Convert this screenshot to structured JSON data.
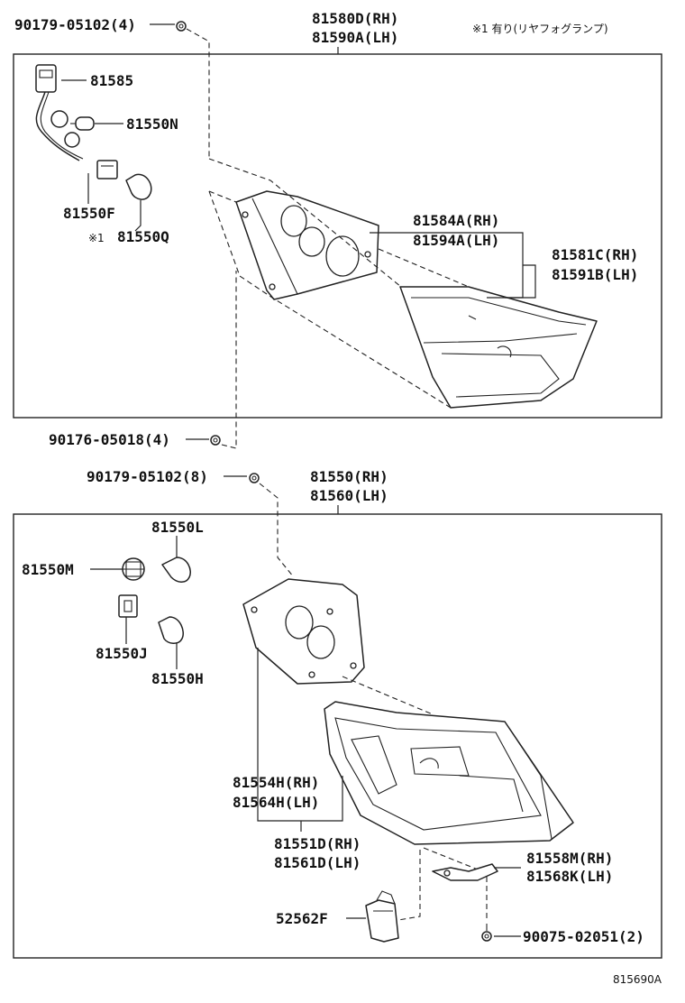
{
  "note": "※1 有り(リヤフォグランプ)",
  "figure_id": "815690A",
  "upper_assembly": {
    "title_rh": "81580D(RH)",
    "title_lh": "81590A(LH)",
    "top_screw": "90179-05102(4)",
    "bottom_screw": "90176-05018(4)",
    "socket_wire": "81585",
    "bulb_small": "81550N",
    "socket": "81550F",
    "fog_bulb_mark": "※1",
    "fog_bulb": "81550Q",
    "gasket_rh": "81584A(RH)",
    "gasket_lh": "81594A(LH)",
    "lens_rh": "81581C(RH)",
    "lens_lh": "81591B(LH)"
  },
  "lower_assembly": {
    "title_rh": "81550(RH)",
    "title_lh": "81560(LH)",
    "top_screw": "90179-05102(8)",
    "bulb_top": "81550L",
    "socket_m": "81550M",
    "socket_j": "81550J",
    "bulb_h": "81550H",
    "gasket_rh": "81554H(RH)",
    "gasket_lh": "81564H(LH)",
    "lens_rh": "81551D(RH)",
    "lens_lh": "81561D(LH)",
    "bracket_rh": "81558M(RH)",
    "bracket_lh": "81568K(LH)",
    "clip": "52562F",
    "bolt": "90075-02051(2)"
  }
}
